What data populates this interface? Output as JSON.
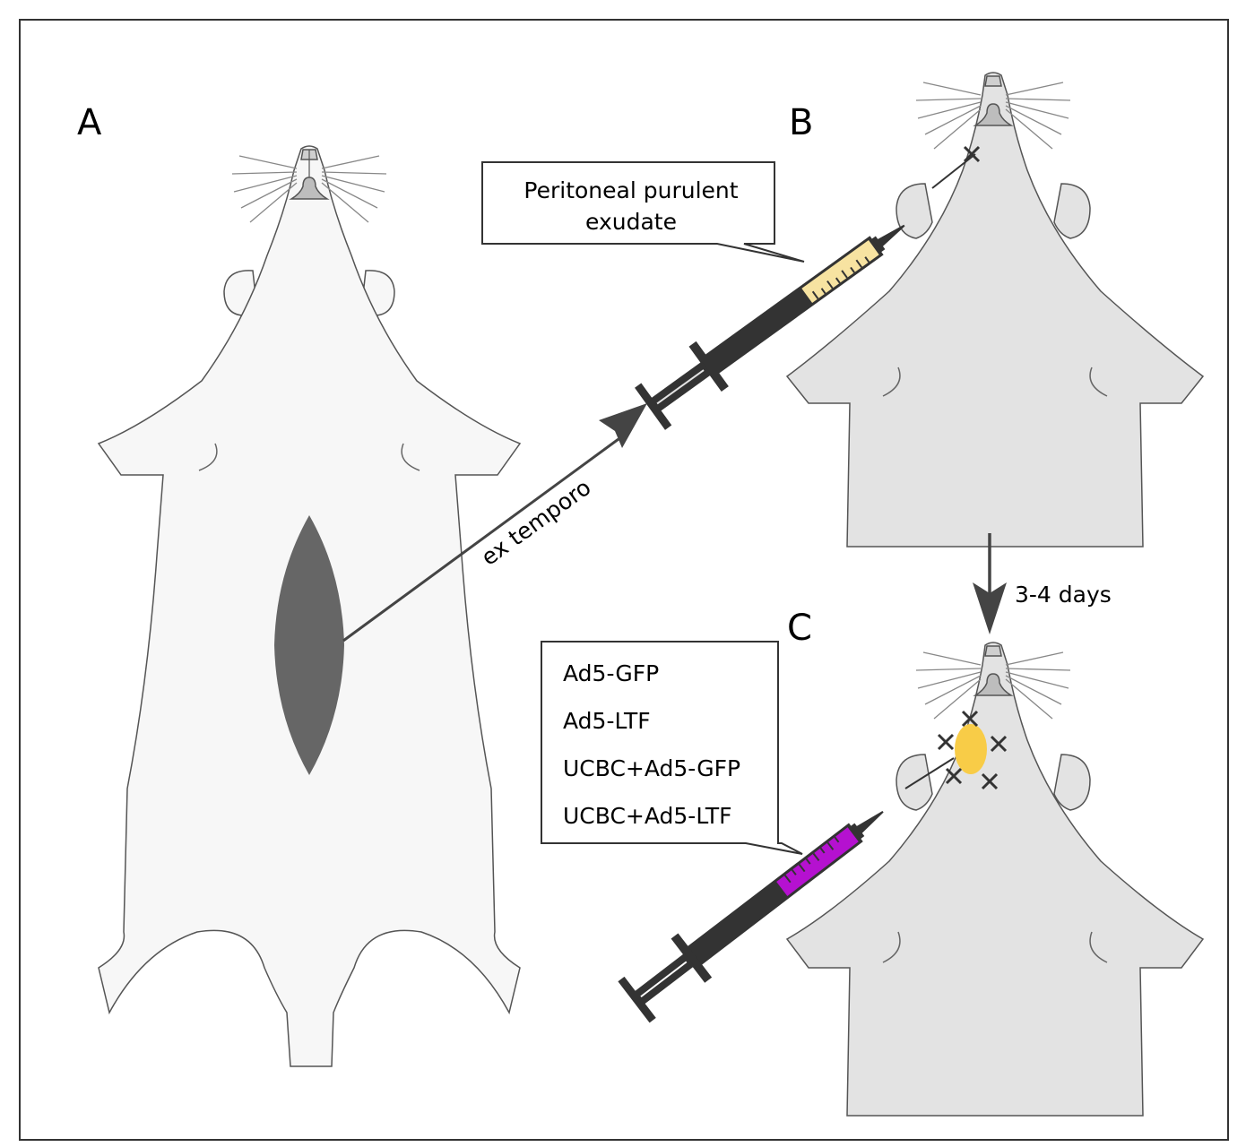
{
  "panels": {
    "a": "A",
    "b": "B",
    "c": "C"
  },
  "annotations": {
    "transfer_label": "ex temporo",
    "interval_label": "3-4 days"
  },
  "exudate_callout": {
    "line1": "Peritoneal purulent",
    "line2": "exudate"
  },
  "treatment_callout": {
    "items": [
      "Ad5-GFP",
      "Ad5-LTF",
      "UCBC+Ad5-GFP",
      "UCBC+Ad5-LTF"
    ]
  },
  "colors": {
    "donor_body": "#f7f7f7",
    "recipient_body": "#e3e3e3",
    "incision": "#666666",
    "exudate_fill": "#f7e3a1",
    "treatment_fill": "#b511d0",
    "abscess": "#f8cc47",
    "syringe": "#333333",
    "arrow": "#444444"
  }
}
